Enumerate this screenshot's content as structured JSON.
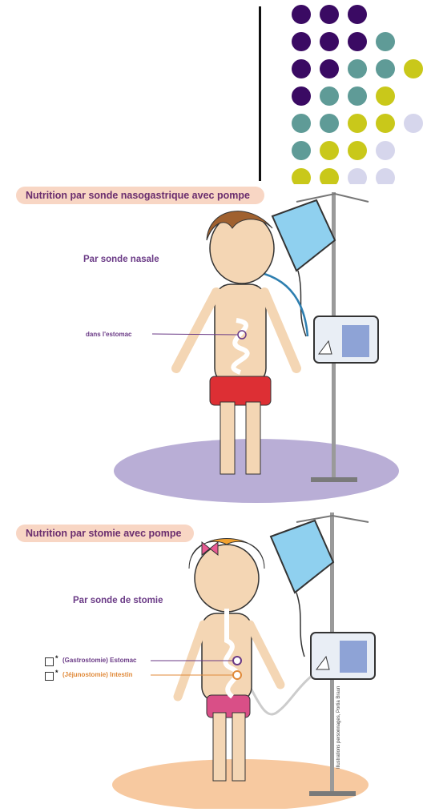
{
  "colors": {
    "dark_purple": "#3a0a63",
    "teal": "#5f9b97",
    "lime": "#c9c81a",
    "lavender": "#d6d6ec",
    "pill_bg": "#f8d6c4",
    "floor_purple": "#b9aed6",
    "floor_peach": "#f7c9a0"
  },
  "section1": {
    "title": "Nutrition par sonde nasogastrique avec pompe",
    "subtitle": "Par sonde nasale",
    "label_estomac": "dans l'estomac"
  },
  "section2": {
    "title": "Nutrition par stomie avec pompe",
    "subtitle": "Par sonde de stomie",
    "label_gastrostomie": "(Gastrostomie) Estomac",
    "label_jejunostomie": "(Jéjunostomie) Intestin",
    "checkbox_marker": "*"
  },
  "credit": "Illustrations personnages, Portia Braun",
  "icons": [
    "dot-grid-decoration",
    "feeding-pump-icon",
    "feeding-bag-icon",
    "iv-pole-icon"
  ]
}
